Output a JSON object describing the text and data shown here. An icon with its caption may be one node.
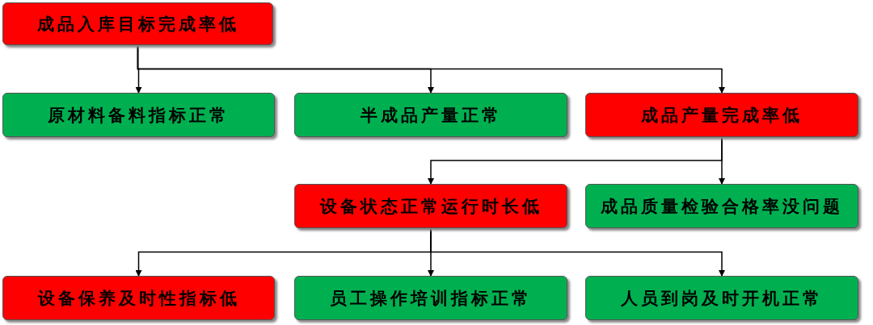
{
  "diagram": {
    "nodes": [
      {
        "text": [
          "成品入库目标完成率低"
        ]
      },
      {
        "text": [
          "原材料备料指标正常"
        ]
      },
      {
        "text": [
          "半成品产量正常"
        ]
      },
      {
        "text": [
          "成品产量完成率低"
        ]
      },
      {
        "text": [
          "设备状态正常运行时长低"
        ]
      },
      {
        "text": [
          "成品质量检验合格率没问题"
        ]
      },
      {
        "text": [
          "设备保养及时性指标低"
        ]
      },
      {
        "text": [
          "员工操作培训指标正常"
        ]
      },
      {
        "text": [
          "人员到岗及时开机正常"
        ]
      }
    ],
    "edges": [
      {
        "from": 0,
        "to": 1,
        "arrow": "to"
      },
      {
        "from": 0,
        "to": 2,
        "arrow": "to"
      },
      {
        "from": 0,
        "to": 3,
        "arrow": "to"
      },
      {
        "from": 3,
        "to": 4,
        "arrow": "to"
      },
      {
        "from": 3,
        "to": 5,
        "arrow": "to"
      },
      {
        "from": 4,
        "to": 6,
        "arrow": "to"
      },
      {
        "from": 4,
        "to": 7,
        "arrow": "to"
      },
      {
        "from": 4,
        "to": 8,
        "arrow": "to"
      }
    ]
  }
}
